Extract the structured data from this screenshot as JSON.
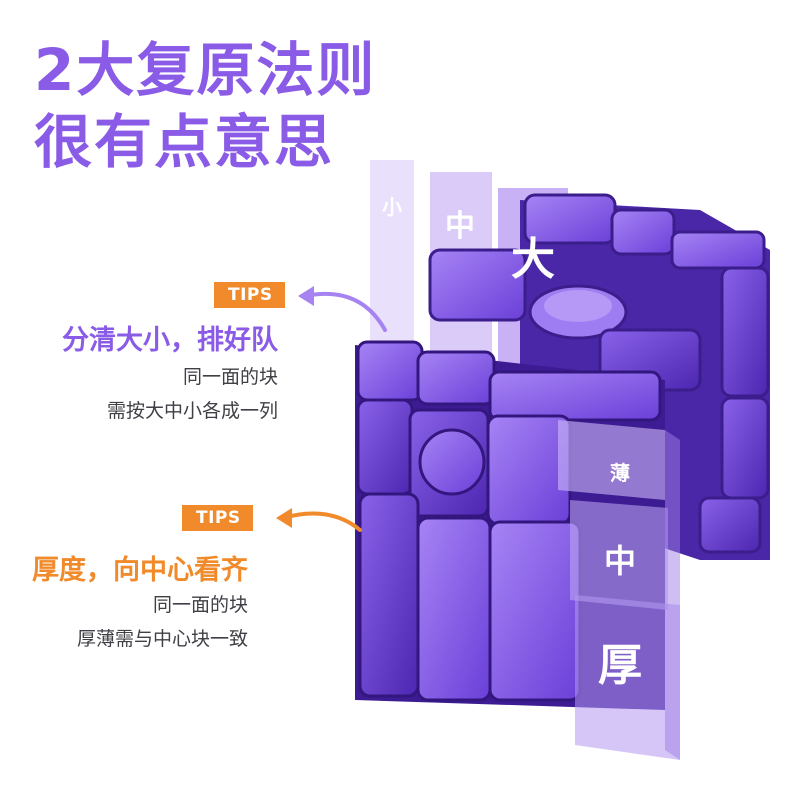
{
  "headline": {
    "line1": "2大复原法则",
    "line2": "很有点意思",
    "color": "#8a5be6"
  },
  "tip1": {
    "badge": "TIPS",
    "title": "分清大小，排好队",
    "line1": "同一面的块",
    "line2": "需按大中小各成一列",
    "accent": "#8a5be6",
    "badge_color": "#f08a2b"
  },
  "tip2": {
    "badge": "TIPS",
    "title": "厚度，向中心看齐",
    "line1": "同一面的块",
    "line2": "厚薄需与中心块一致",
    "accent": "#f08a2b",
    "badge_color": "#f08a2b"
  },
  "size_sheets": {
    "small": "小",
    "medium": "中",
    "large": "大"
  },
  "thickness_sheets": {
    "thin": "薄",
    "medium": "中",
    "thick": "厚"
  },
  "colors": {
    "cube_face": "#7a4fe0",
    "cube_face_light": "#9b72f0",
    "cube_frame": "#5a32b8",
    "sheet": "#b99cf5"
  }
}
